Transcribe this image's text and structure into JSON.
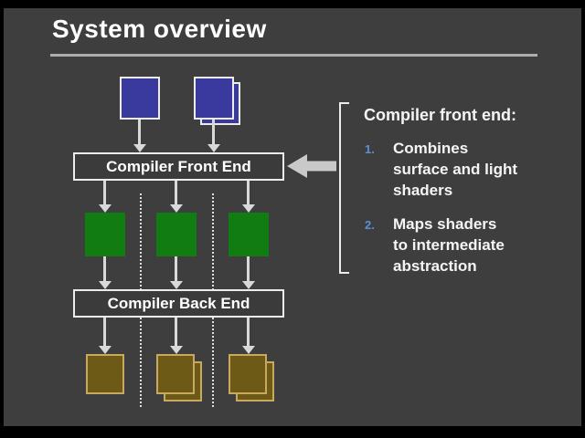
{
  "title": "System overview",
  "diagram": {
    "front_end_label": "Compiler Front End",
    "back_end_label": "Compiler Back End"
  },
  "callout": {
    "heading": "Compiler front end:",
    "items": [
      {
        "num": "1.",
        "text": "Combines\nsurface and light\nshaders"
      },
      {
        "num": "2.",
        "text": "Maps shaders\nto intermediate\nabstraction"
      }
    ]
  },
  "colors": {
    "slide_background": "#3e3e3e",
    "blue_square": "#3a3a9e",
    "green_square": "#117c11",
    "brown_square": "#6e5a17",
    "brown_border": "#c9a85f",
    "box_border": "#ececec",
    "arrow": "#d9d9d9",
    "pointer_arrow": "#c9c9c9",
    "number_accent": "#5c8fd6"
  }
}
